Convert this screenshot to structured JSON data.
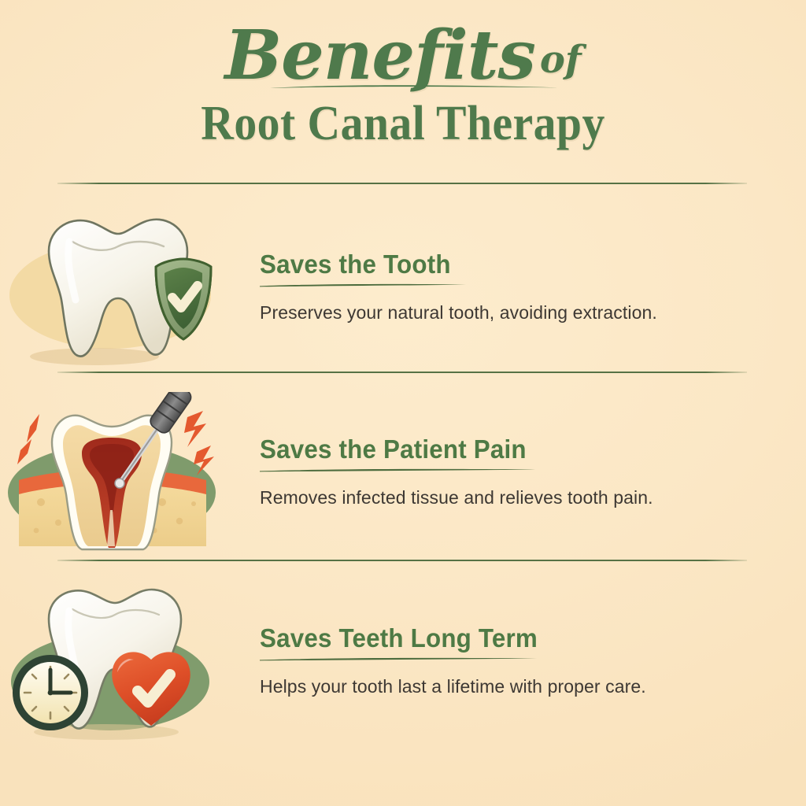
{
  "poster": {
    "background_color": "#fbe7c6",
    "accent_green": "#4f7a4c",
    "heading_green": "#4e7a45",
    "body_text_color": "#3d3833",
    "accent_orange": "#e4592f"
  },
  "title": {
    "script_line": "Benefits",
    "script_suffix": "of",
    "main_line": "Root Canal Therapy"
  },
  "benefits": [
    {
      "heading": "Saves the Tooth",
      "body": "Preserves your natural tooth, avoiding extraction.",
      "icon": "tooth-shield-check-icon",
      "blob_color": "#f0d79c"
    },
    {
      "heading": "Saves the Patient Pain",
      "body": "Removes infected tissue and relieves tooth pain.",
      "icon": "tooth-cross-section-drill-icon",
      "blob_color": "#7f9b6c"
    },
    {
      "heading": "Saves Teeth Long Term",
      "body": "Helps your tooth last a lifetime with proper care.",
      "icon": "tooth-clock-heart-icon",
      "blob_color": "#7f9b6c"
    }
  ]
}
